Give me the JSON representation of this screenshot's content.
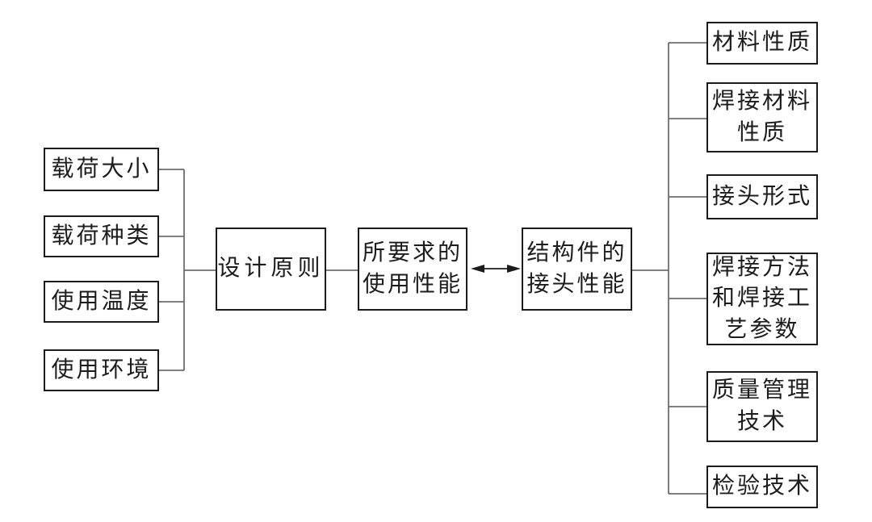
{
  "diagram": {
    "background_color": "#ffffff",
    "box_border_color": "#1c1c1c",
    "text_color": "#1c1c1c",
    "connector_color": "#6e6e6e",
    "arrow_color": "#1c1c1c",
    "left_factors": [
      {
        "label": "载荷大小"
      },
      {
        "label": "载荷种类"
      },
      {
        "label": "使用温度"
      },
      {
        "label": "使用环境"
      }
    ],
    "center_nodes": [
      {
        "label": "设计原则"
      },
      {
        "label": "所要求的\n使用性能"
      },
      {
        "label": "结构件的\n接头性能"
      }
    ],
    "right_factors": [
      {
        "label": "材料性质"
      },
      {
        "label": "焊接材料\n性质"
      },
      {
        "label": "接头形式"
      },
      {
        "label": "焊接方法\n和焊接工\n艺参数"
      },
      {
        "label": "质量管理\n技术"
      },
      {
        "label": "检验技术"
      }
    ],
    "relations": {
      "left_to_center": "left factors feed design principles",
      "center_link": "bidirectional arrow between required service performance and joint performance of structural member",
      "center_to_right": "joint performance branches to right factors"
    }
  }
}
